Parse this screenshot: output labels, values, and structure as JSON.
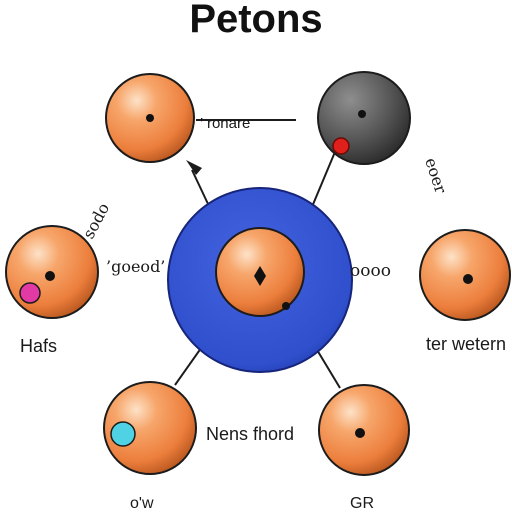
{
  "title": "Petons",
  "labels": {
    "top_right_small": "’ ronare",
    "left_top_vertical": "sodo",
    "left_mid": "’goeod’",
    "right_mid": "oooo",
    "right_top_vertical": "eoer",
    "left_caption": "Hafs",
    "right_caption": "ter wetern",
    "bottom_center": "Nens fhord",
    "bottom_left": "o'w",
    "bottom_right": "GR"
  },
  "colors": {
    "orange_body": "#f08a4b",
    "orange_highlight": "#fcd1ad",
    "orange_shade": "#b9571f",
    "blue_ring": "#2f4fcc",
    "blue_ring_edge": "#16247a",
    "gray_body": "#555555",
    "red_dot": "#e0201a",
    "pink_dot": "#e23aa5",
    "cyan_dot": "#4fd3e4",
    "outline": "#1c1c1c"
  },
  "spheres": [
    {
      "name": "sphere-top-left",
      "color": "orange",
      "marker": "dot"
    },
    {
      "name": "sphere-top-right",
      "color": "gray",
      "marker": "dot",
      "accent": "red"
    },
    {
      "name": "sphere-left",
      "color": "orange",
      "marker": "dot",
      "accent": "pink"
    },
    {
      "name": "sphere-center",
      "color": "orange",
      "marker": "diamond"
    },
    {
      "name": "sphere-right",
      "color": "orange",
      "marker": "dot"
    },
    {
      "name": "sphere-bottom-left",
      "color": "orange",
      "accent": "cyan"
    },
    {
      "name": "sphere-bottom-right",
      "color": "orange",
      "marker": "dot"
    }
  ]
}
